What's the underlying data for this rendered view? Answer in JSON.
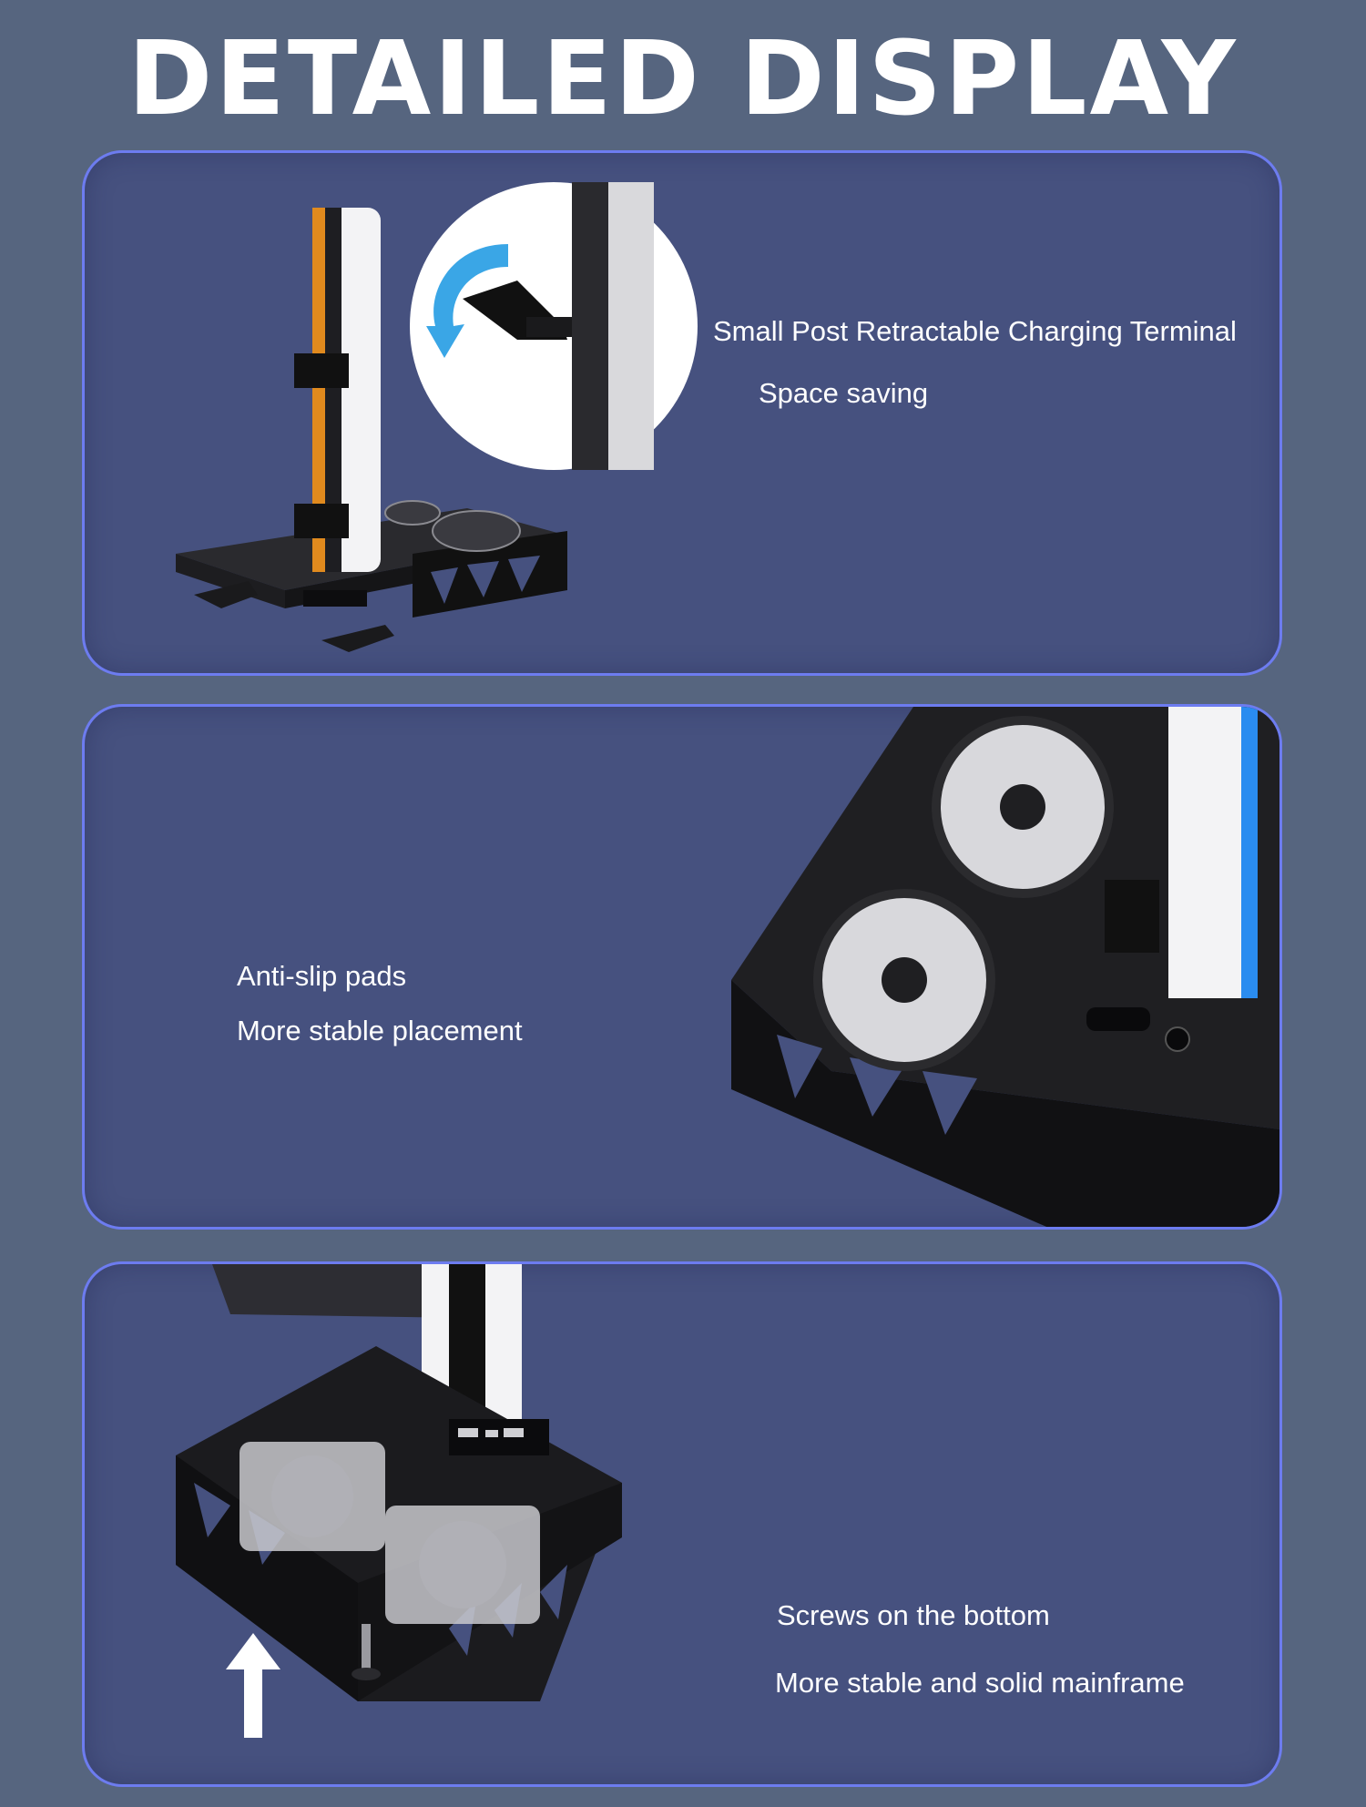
{
  "header": {
    "title": "DETAILED DISPLAY"
  },
  "panels": [
    {
      "captions": [
        "Small Post Retractable Charging Terminal",
        "Space saving"
      ]
    },
    {
      "captions": [
        "Anti-slip pads",
        "More stable placement"
      ]
    },
    {
      "captions": [
        "Screws on the bottom",
        "More stable and solid mainframe"
      ]
    }
  ],
  "colors": {
    "background": "#56657f",
    "panel": "#46517f",
    "panel_border": "#6d7cf0",
    "text": "#ffffff",
    "arrow_accent": "#3aa6e6"
  }
}
